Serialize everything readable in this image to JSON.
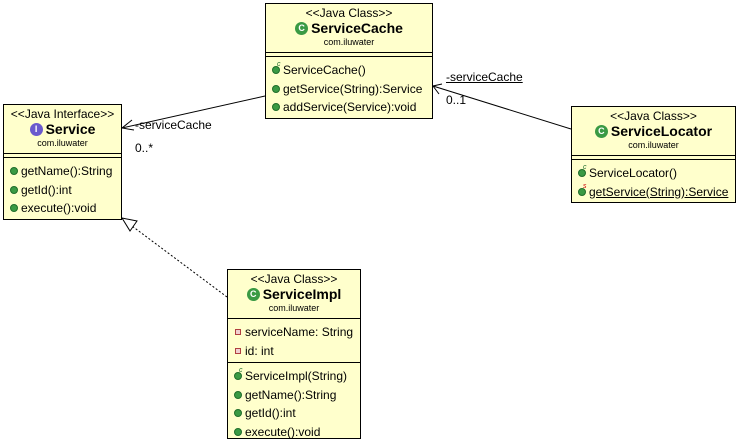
{
  "classes": {
    "service_cache": {
      "stereotype": "<<Java Class>>",
      "name": "ServiceCache",
      "package": "com.iluwater",
      "badge": "C",
      "methods": [
        {
          "text": "ServiceCache()",
          "kind": "constructor"
        },
        {
          "text": "getService(String):Service",
          "kind": "public"
        },
        {
          "text": "addService(Service):void",
          "kind": "public"
        }
      ]
    },
    "service": {
      "stereotype": "<<Java Interface>>",
      "name": "Service",
      "package": "com.iluwater",
      "badge": "I",
      "methods": [
        {
          "text": "getName():String",
          "kind": "public"
        },
        {
          "text": "getId():int",
          "kind": "public"
        },
        {
          "text": "execute():void",
          "kind": "public"
        }
      ]
    },
    "service_locator": {
      "stereotype": "<<Java Class>>",
      "name": "ServiceLocator",
      "package": "com.iluwater",
      "badge": "C",
      "methods": [
        {
          "text": "ServiceLocator()",
          "kind": "constructor"
        },
        {
          "text": "getService(String):Service",
          "kind": "static"
        }
      ]
    },
    "service_impl": {
      "stereotype": "<<Java Class>>",
      "name": "ServiceImpl",
      "package": "com.iluwater",
      "badge": "C",
      "attributes": [
        {
          "text": "serviceName: String",
          "kind": "private"
        },
        {
          "text": "id: int",
          "kind": "private"
        }
      ],
      "methods": [
        {
          "text": "ServiceImpl(String)",
          "kind": "constructor"
        },
        {
          "text": "getName():String",
          "kind": "public"
        },
        {
          "text": "getId():int",
          "kind": "public"
        },
        {
          "text": "execute():void",
          "kind": "public"
        }
      ]
    }
  },
  "associations": {
    "cache_to_service": {
      "role": "-serviceCache",
      "multiplicity": "0..*"
    },
    "locator_to_cache": {
      "role": "-serviceCache",
      "multiplicity": "0..1"
    }
  },
  "colors": {
    "class_fill": "#ffffcc",
    "badge_class": "#3a9a44",
    "badge_interface": "#6a5acd"
  }
}
